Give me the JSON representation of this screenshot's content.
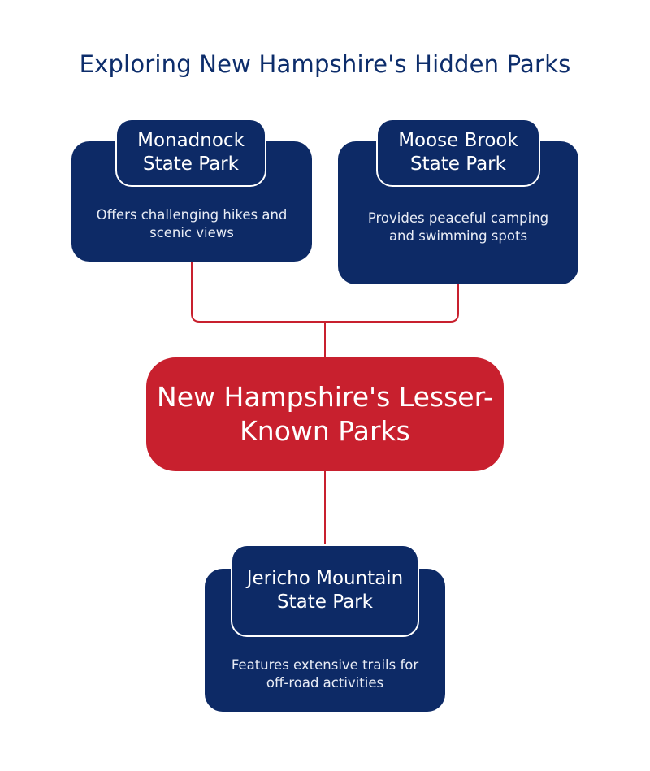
{
  "title": "Exploring New Hampshire's Hidden Parks",
  "center": {
    "label": "New Hampshire's Lesser-Known Parks"
  },
  "parks": [
    {
      "name": "Monadnock State Park",
      "description": "Offers challenging hikes and scenic views"
    },
    {
      "name": "Moose Brook State Park",
      "description": "Provides peaceful camping and swimming spots"
    },
    {
      "name": "Jericho Mountain State Park",
      "description": "Features extensive trails for off-road activities"
    }
  ],
  "colors": {
    "title": "#0d2d6b",
    "card": "#0d2a66",
    "center": "#c8202e",
    "connector": "#c8202e"
  }
}
